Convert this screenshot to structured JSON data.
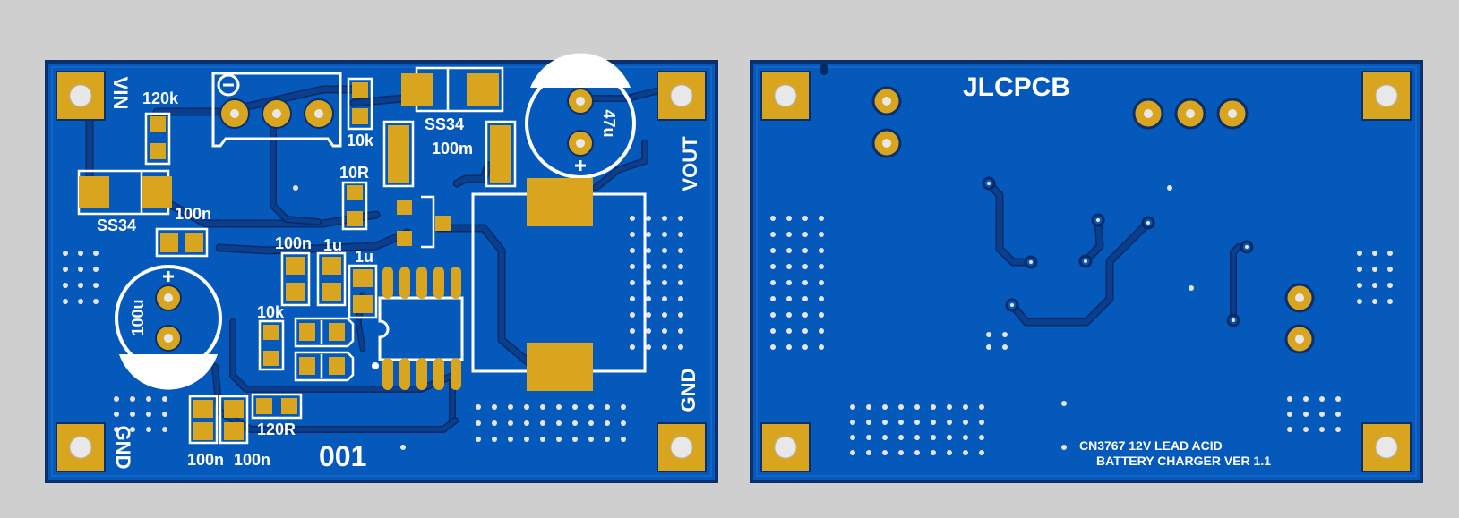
{
  "colors": {
    "background": "#cfcfcf",
    "board": "#0559bb",
    "board_edge": "#0a2f6b",
    "pad": "#d9a51f",
    "silkscreen": "#ffffff",
    "trace": "#0a3f8e"
  },
  "front": {
    "labels": {
      "vin": "VIN",
      "vout": "VOUT",
      "gnd_left": "GND",
      "gnd_right": "GND",
      "r_120k": "120k",
      "r_10k_top": "10k",
      "diode_left": "SS34",
      "diode_top": "SS34",
      "r_100m": "100m",
      "r_10r": "10R",
      "c_100n_a": "100n",
      "c_100n_b": "100n",
      "c_1u_a": "1u",
      "c_1u_b": "1u",
      "r_10k_mid": "10k",
      "cap_100u": "100u",
      "cap_47u": "47u",
      "r_120r": "120R",
      "c_100n_c": "100n",
      "c_100n_d": "100n",
      "board_id": "001"
    }
  },
  "back": {
    "brand": "JLCPCB",
    "title_line1": "CN3767 12V LEAD ACID",
    "title_line2": "BATTERY CHARGER VER 1.1"
  }
}
